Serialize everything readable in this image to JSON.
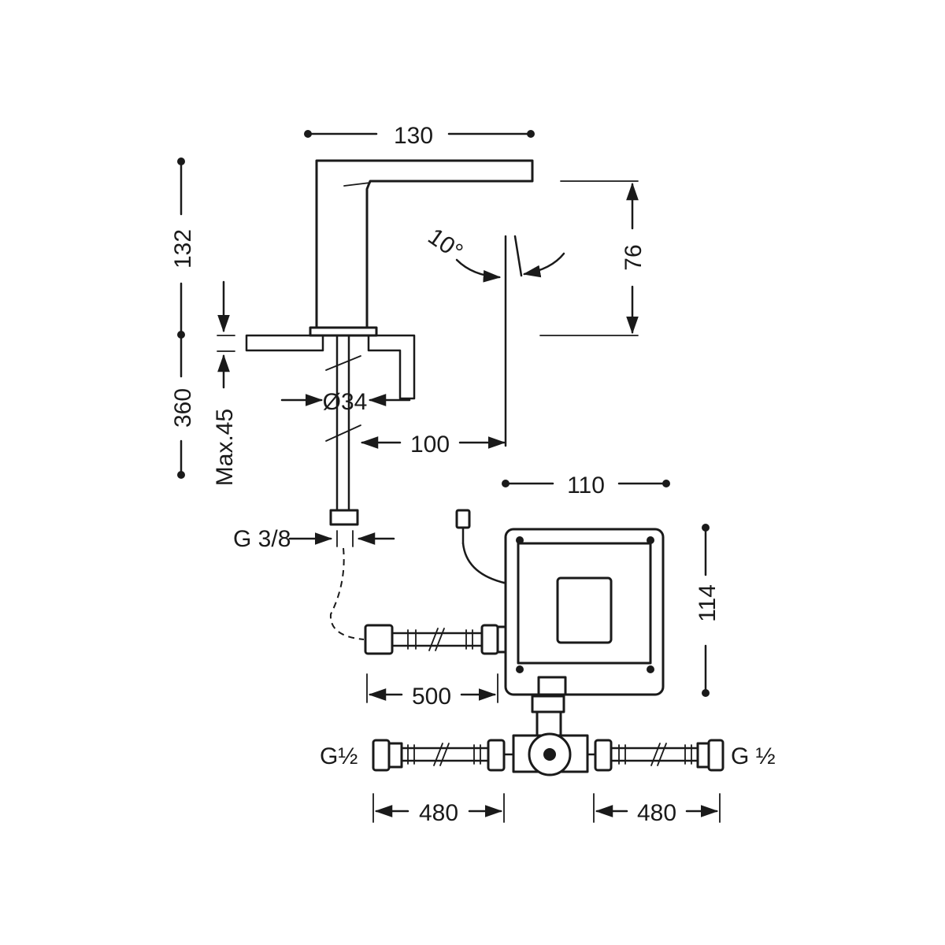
{
  "dimensions": {
    "spout_width": "130",
    "spout_height": "132",
    "spout_rise": "76",
    "below_counter": "360",
    "counter_max": "Max.45",
    "hole_diameter": "Ø34",
    "spout_reach": "100",
    "box_width": "110",
    "box_height": "114",
    "inlet_hose": "500",
    "supply_hose_left": "480",
    "supply_hose_right": "480",
    "angle": "10°"
  },
  "threads": {
    "outlet": "G 3/8",
    "supply_left": "G½",
    "supply_right": "G ½"
  }
}
